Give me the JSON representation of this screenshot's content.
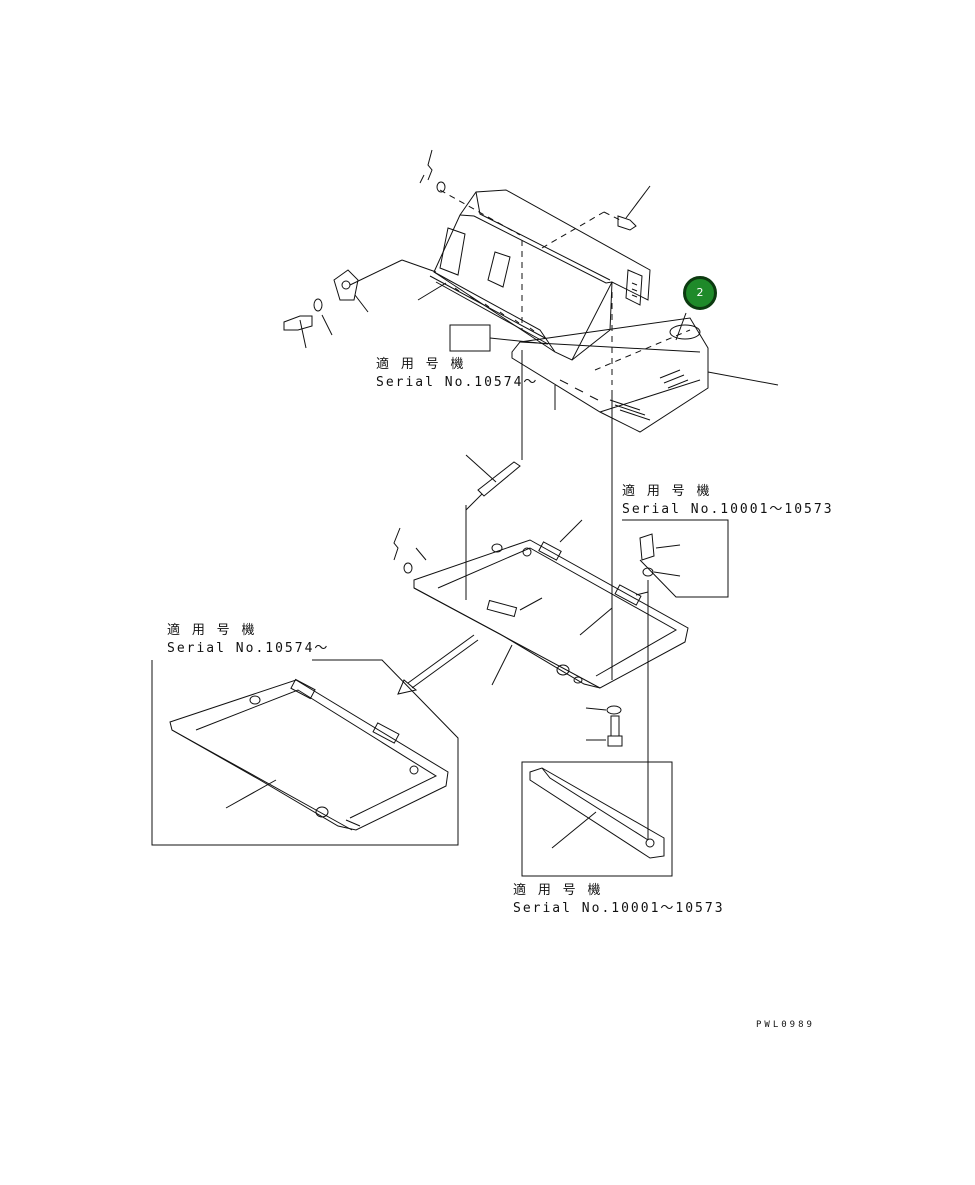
{
  "callout": {
    "number": "2",
    "color": "#1f8a2a"
  },
  "labels": {
    "upper_serial": {
      "title": "適 用 号 機",
      "serial": "Serial No.10574～"
    },
    "right_serial": {
      "title": "適 用 号 機",
      "serial": "Serial No.10001～10573"
    },
    "left_serial": {
      "title": "適 用 号 機",
      "serial": "Serial No.10574～"
    },
    "bottom_serial": {
      "title": "適 用 号 機",
      "serial": "Serial No.10001～10573"
    }
  },
  "drawing_code": "PWL0989"
}
